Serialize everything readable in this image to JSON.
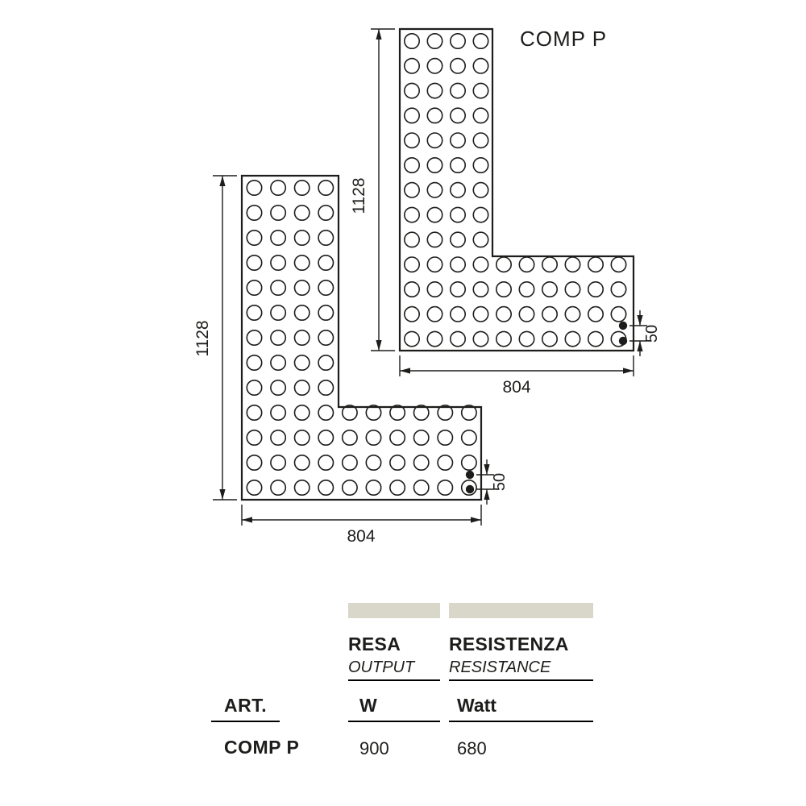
{
  "diagram": {
    "title": "COMP P",
    "panel_left": {
      "height_label": "1128",
      "width_label": "804",
      "spacing_label": "50"
    },
    "panel_right": {
      "height_label": "1128",
      "width_label": "804",
      "spacing_label": "50"
    }
  },
  "table": {
    "art_header": "ART.",
    "columns": {
      "resa": {
        "header": "RESA",
        "subheader": "OUTPUT",
        "unit": "W"
      },
      "resistenza": {
        "header": "RESISTENZA",
        "subheader": "RESISTANCE",
        "unit": "Watt"
      }
    },
    "rows": [
      {
        "art": "COMP P",
        "resa": "900",
        "resistenza": "680"
      }
    ]
  },
  "colors": {
    "header_bar": "#d9d6ca",
    "line": "#1d1d1b"
  }
}
